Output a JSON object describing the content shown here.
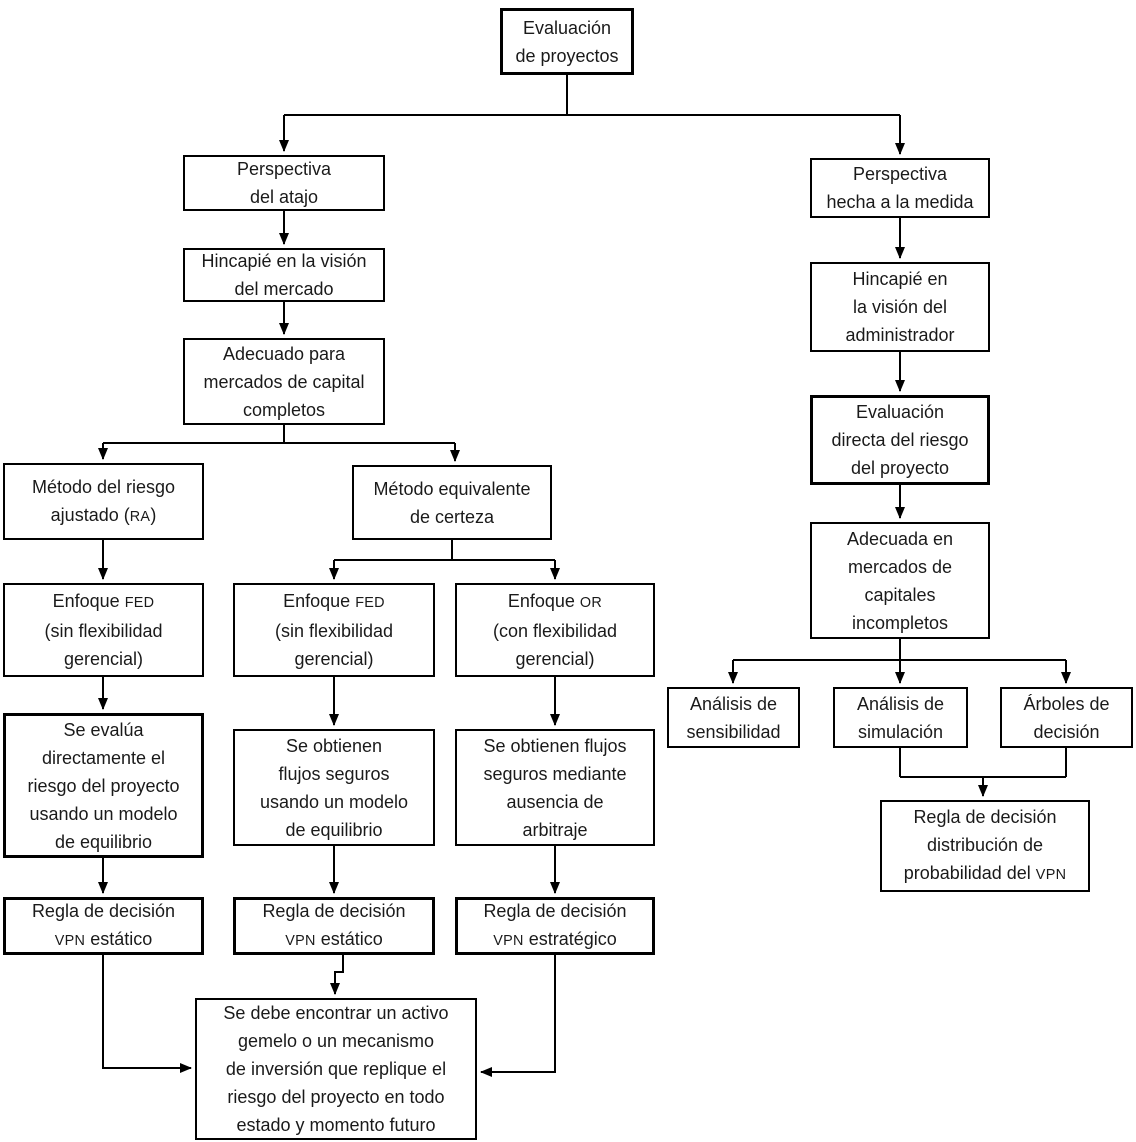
{
  "diagram": {
    "language": "es",
    "root_label": "Evaluación de proyectos"
  },
  "colors": {
    "background": "#ffffff",
    "box_border": "#000000",
    "connector": "#000000",
    "text": "#1a1a1a"
  },
  "acronyms": [
    "RA",
    "FED",
    "OR",
    "VPN"
  ],
  "nodes": {
    "eval_proyectos": {
      "label": [
        "Evaluación",
        "de proyectos"
      ]
    },
    "perspectiva_atajo": {
      "label": [
        "Perspectiva",
        "del atajo"
      ]
    },
    "hincapie_mercado": {
      "label": [
        "Hincapié en la visión",
        "del mercado"
      ]
    },
    "adecuado_completos": {
      "label": [
        "Adecuado para",
        "mercados de capital",
        "completos"
      ]
    },
    "metodo_ra": {
      "label": [
        "Método del riesgo",
        "ajustado (RA)"
      ]
    },
    "metodo_equivalente": {
      "label": [
        "Método equivalente",
        "de certeza"
      ]
    },
    "enfoque_fed_izq": {
      "label": [
        "Enfoque FED",
        "(sin flexibilidad",
        "gerencial)"
      ]
    },
    "enfoque_fed_centro": {
      "label": [
        "Enfoque FED",
        "(sin flexibilidad",
        "gerencial)"
      ]
    },
    "enfoque_or": {
      "label": [
        "Enfoque OR",
        "(con flexibilidad",
        "gerencial)"
      ]
    },
    "se_evalua": {
      "label": [
        "Se evalúa",
        "directamente el",
        "riesgo del proyecto",
        "usando un modelo",
        "de equilibrio"
      ]
    },
    "se_obtienen_equilibrio": {
      "label": [
        "Se obtienen",
        "flujos seguros",
        "usando un modelo",
        "de equilibrio"
      ]
    },
    "se_obtienen_arbitraje": {
      "label": [
        "Se obtienen flujos",
        "seguros mediante",
        "ausencia de",
        "arbitraje"
      ]
    },
    "regla_estatico_izq": {
      "label": [
        "Regla de decisión",
        "VPN estático"
      ]
    },
    "regla_estatico_centro": {
      "label": [
        "Regla de decisión",
        "VPN estático"
      ]
    },
    "regla_estrategico": {
      "label": [
        "Regla de decisión",
        "VPN estratégico"
      ]
    },
    "activo_gemelo": {
      "label": [
        "Se debe encontrar un activo",
        "gemelo o un mecanismo",
        "de inversión que replique el",
        "riesgo del proyecto en todo",
        "estado y momento futuro"
      ]
    },
    "perspectiva_medida": {
      "label": [
        "Perspectiva",
        "hecha a la medida"
      ]
    },
    "hincapie_admin": {
      "label": [
        "Hincapié en",
        "la visión del",
        "administrador"
      ]
    },
    "evaluacion_directa": {
      "label": [
        "Evaluación",
        "directa del riesgo",
        "del proyecto"
      ]
    },
    "adecuada_incompletos": {
      "label": [
        "Adecuada en",
        "mercados de",
        "capitales",
        "incompletos"
      ]
    },
    "analisis_sensibilidad": {
      "label": [
        "Análisis de",
        "sensibilidad"
      ]
    },
    "analisis_simulacion": {
      "label": [
        "Análisis de",
        "simulación"
      ]
    },
    "arboles_decision": {
      "label": [
        "Árboles de",
        "decisión"
      ]
    },
    "regla_distribucion": {
      "label": [
        "Regla de decisión",
        "distribución de",
        "probabilidad del VPN"
      ]
    }
  },
  "edges": [
    {
      "from": "eval_proyectos",
      "to": "perspectiva_atajo"
    },
    {
      "from": "eval_proyectos",
      "to": "perspectiva_medida"
    },
    {
      "from": "perspectiva_atajo",
      "to": "hincapie_mercado"
    },
    {
      "from": "hincapie_mercado",
      "to": "adecuado_completos"
    },
    {
      "from": "adecuado_completos",
      "to": "metodo_ra"
    },
    {
      "from": "adecuado_completos",
      "to": "metodo_equivalente"
    },
    {
      "from": "metodo_ra",
      "to": "enfoque_fed_izq"
    },
    {
      "from": "metodo_equivalente",
      "to": "enfoque_fed_centro"
    },
    {
      "from": "metodo_equivalente",
      "to": "enfoque_or"
    },
    {
      "from": "enfoque_fed_izq",
      "to": "se_evalua"
    },
    {
      "from": "enfoque_fed_centro",
      "to": "se_obtienen_equilibrio"
    },
    {
      "from": "enfoque_or",
      "to": "se_obtienen_arbitraje"
    },
    {
      "from": "se_evalua",
      "to": "regla_estatico_izq"
    },
    {
      "from": "se_obtienen_equilibrio",
      "to": "regla_estatico_centro"
    },
    {
      "from": "se_obtienen_arbitraje",
      "to": "regla_estrategico"
    },
    {
      "from": "regla_estatico_izq",
      "to": "activo_gemelo"
    },
    {
      "from": "regla_estatico_centro",
      "to": "activo_gemelo"
    },
    {
      "from": "regla_estrategico",
      "to": "activo_gemelo"
    },
    {
      "from": "perspectiva_medida",
      "to": "hincapie_admin"
    },
    {
      "from": "hincapie_admin",
      "to": "evaluacion_directa"
    },
    {
      "from": "evaluacion_directa",
      "to": "adecuada_incompletos"
    },
    {
      "from": "adecuada_incompletos",
      "to": "analisis_sensibilidad"
    },
    {
      "from": "adecuada_incompletos",
      "to": "analisis_simulacion"
    },
    {
      "from": "adecuada_incompletos",
      "to": "arboles_decision"
    },
    {
      "from": "analisis_simulacion",
      "to": "regla_distribucion"
    },
    {
      "from": "arboles_decision",
      "to": "regla_distribucion"
    }
  ]
}
